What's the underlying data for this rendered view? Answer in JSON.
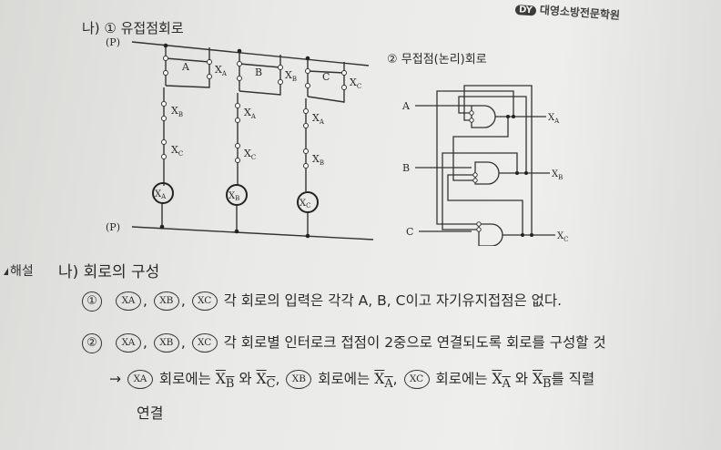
{
  "brand": {
    "badge": "DY",
    "name": "대영소방전문학원"
  },
  "section": {
    "title": "나) ① 유접점회로",
    "logic_title": "② 무접점(논리)회로"
  },
  "relay_circuit": {
    "bus_top": "(P)",
    "bus_bottom": "(P)",
    "self_hold_labels": [
      "A",
      "B",
      "C"
    ],
    "aux_labels": [
      "X",
      "X",
      "X"
    ],
    "aux_subs": [
      "A",
      "B",
      "C"
    ],
    "interlock_1": {
      "main": [
        "X",
        "X",
        "X"
      ],
      "subs": [
        "B",
        "A",
        "A"
      ]
    },
    "interlock_2": {
      "main": [
        "X",
        "X",
        "X"
      ],
      "subs": [
        "C",
        "C",
        "B"
      ]
    },
    "coils": {
      "main": [
        "X",
        "X",
        "X"
      ],
      "subs": [
        "A",
        "B",
        "C"
      ]
    }
  },
  "logic_circuit": {
    "inputs": [
      "A",
      "B",
      "C"
    ],
    "outputs_main": [
      "X",
      "X",
      "X"
    ],
    "outputs_subs": [
      "A",
      "B",
      "C"
    ]
  },
  "answer": {
    "mark": "해설",
    "title": "나) 회로의 구성",
    "line1": {
      "num": "①",
      "labels": [
        "XA",
        "XB",
        "XC"
      ],
      "sep": ",",
      "text": "각 회로의 입력은 각각 A, B, C이고 자기유지접점은 없다."
    },
    "line2": {
      "num": "②",
      "labels": [
        "XA",
        "XB",
        "XC"
      ],
      "sep": ",",
      "text": "각 회로별 인터로크 접점이 2중으로 연결되도록 회로를 구성할 것"
    },
    "line3": {
      "arrow": "→",
      "l1": "XA",
      "t1": "회로에는",
      "b1": "X",
      "b1s": "B",
      "and1": "와",
      "c1": "X",
      "c1s": "C",
      "comma1": ",",
      "l2": "XB",
      "t2": "회로에는",
      "a2": "X",
      "a2s": "A",
      "comma2": ",",
      "l3": "XC",
      "t3": "회로에는",
      "a3": "X",
      "a3s": "A",
      "and2": "와",
      "b3": "X",
      "b3s": "B",
      "t4": "를 직렬"
    },
    "line4": "연결"
  }
}
